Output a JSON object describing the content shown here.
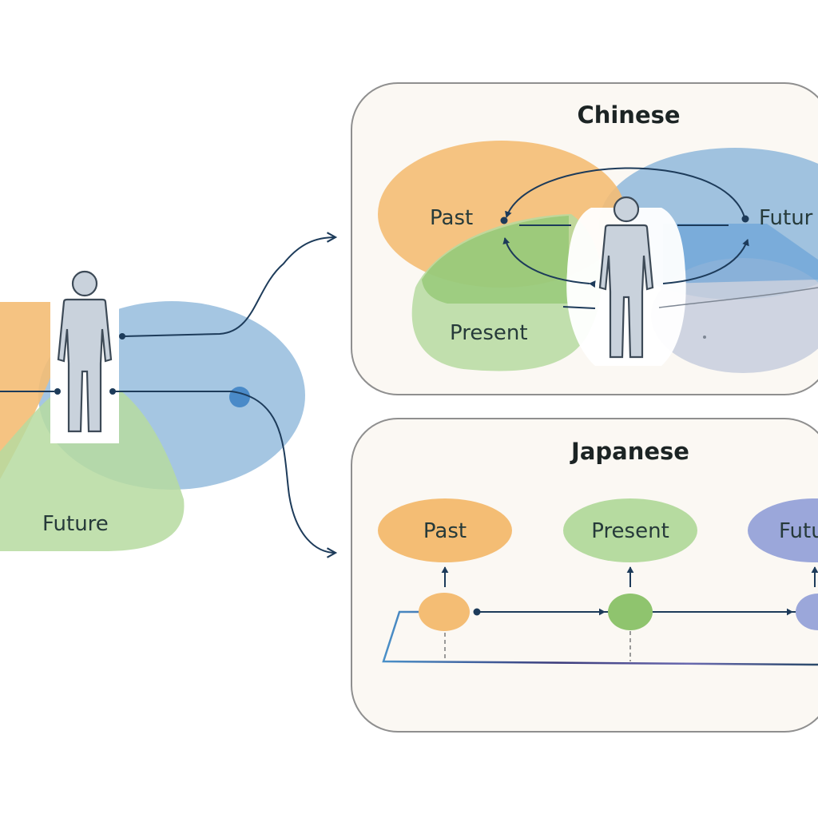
{
  "left_diagram": {
    "label": "Future"
  },
  "chinese_panel": {
    "title": "Chinese",
    "labels": {
      "past": "Past",
      "future": "Futur",
      "present": "Present"
    }
  },
  "japanese_panel": {
    "title": "Japanese",
    "labels": {
      "past": "Past",
      "present": "Present",
      "future": "Futu"
    }
  },
  "colors": {
    "past_orange": "#f4bd74",
    "present_green": "#b6dba0",
    "present_green_dark": "#8fc46e",
    "future_blue": "#8fb8db",
    "future_purple": "#9ba7da",
    "line_navy": "#1d3b5a",
    "panel_bg": "#fbf8f3",
    "panel_border": "#8f8f8f",
    "figure_fill": "#c9d2dc",
    "figure_stroke": "#3d4a57"
  }
}
